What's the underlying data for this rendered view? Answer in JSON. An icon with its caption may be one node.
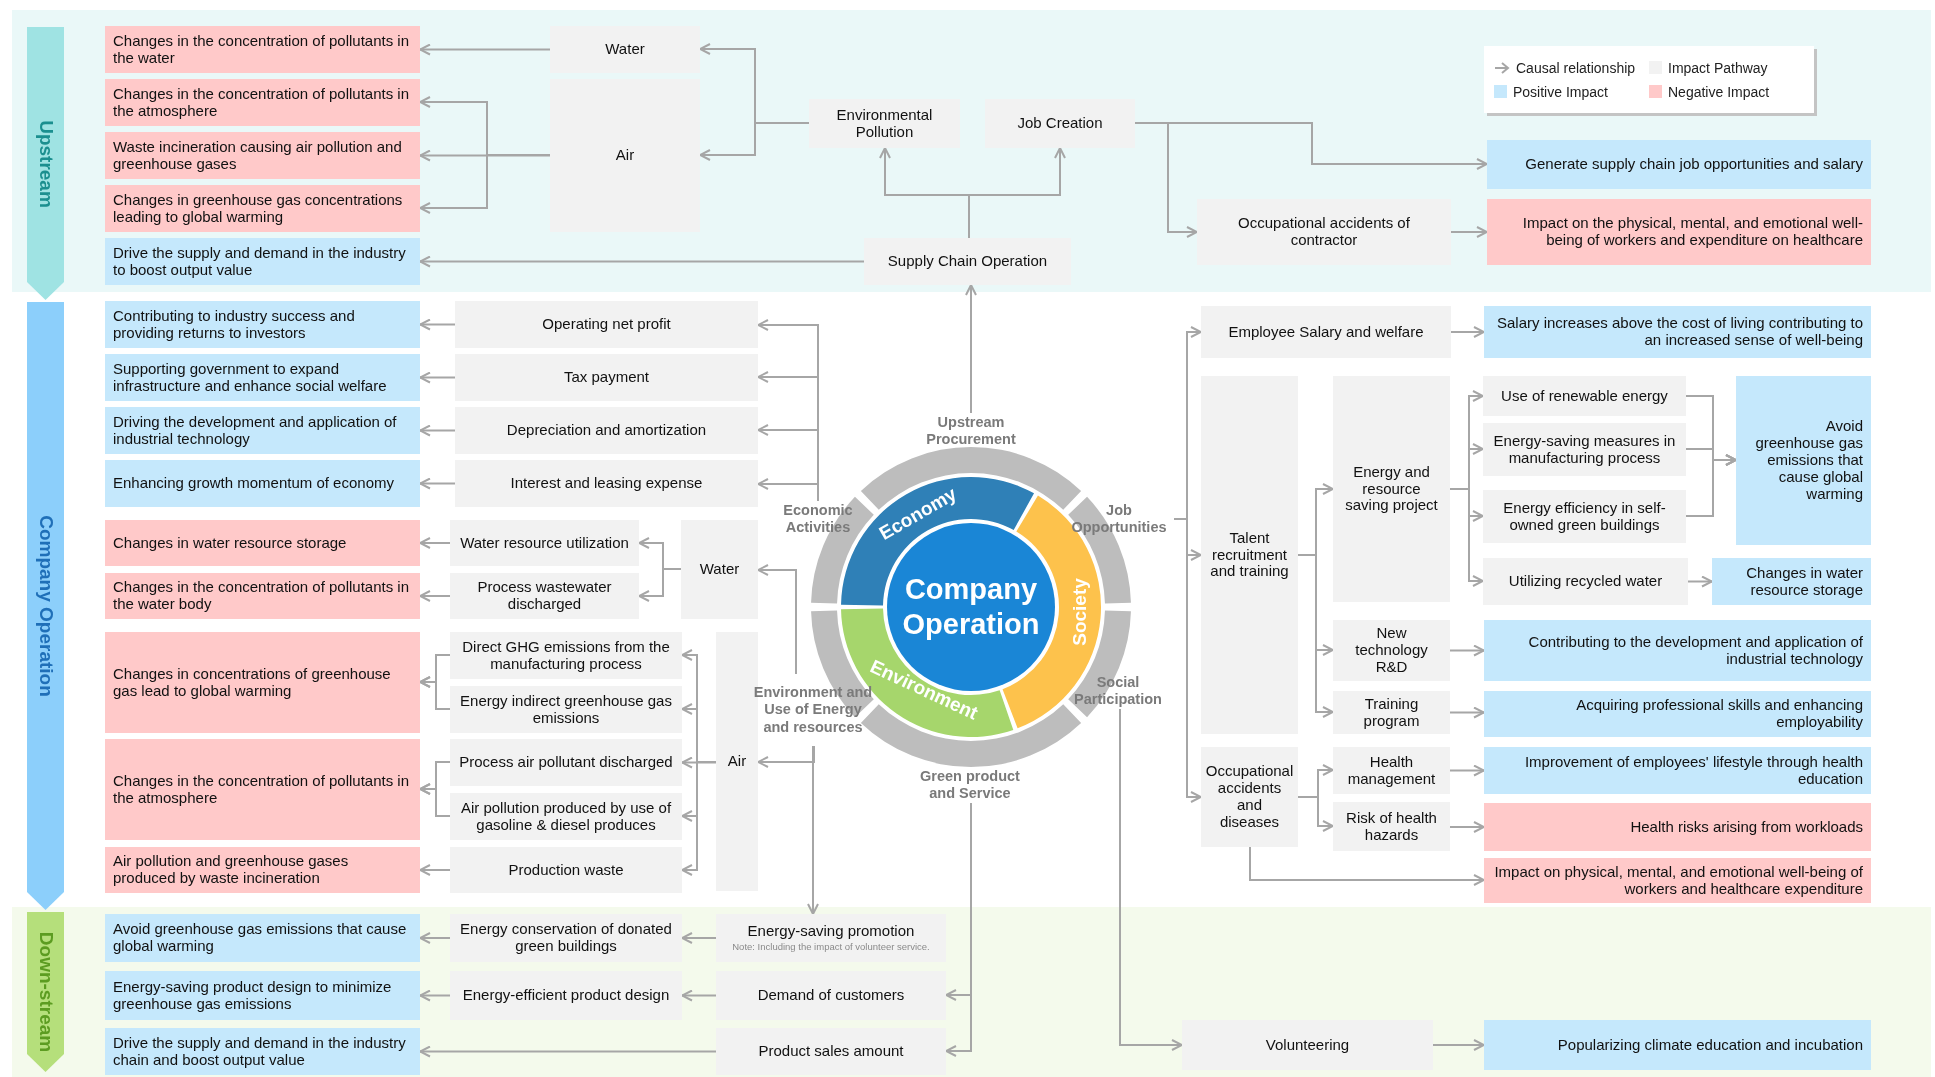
{
  "diagram": {
    "nodes": [
      {
        "text": [
          "Upstream"
        ]
      },
      {
        "text": [
          "Changes in the concentration of pollutants in the water"
        ]
      },
      {
        "text": [
          "Changes in the concentration of pollutants in the atmosphere"
        ]
      },
      {
        "text": [
          "Waste incineration causing air pollution and greenhouse gases"
        ]
      },
      {
        "text": [
          "Changes in greenhouse gas concentrations leading to global warming"
        ]
      },
      {
        "text": [
          "Drive the supply and demand in the industry to boost output value"
        ]
      },
      {
        "text": [
          "Water"
        ]
      },
      {
        "text": [
          "Air"
        ]
      },
      {
        "text": [
          "Environmental Pollution"
        ]
      },
      {
        "text": [
          "Job Creation"
        ]
      },
      {
        "text": [
          "Supply Chain Operation"
        ]
      },
      {
        "text": [
          "Occupational accidents of contractor"
        ]
      },
      {
        "text": [
          "Generate supply chain job opportunities and salary"
        ]
      },
      {
        "text": [
          "Impact on the physical, mental, and emotional well-being of workers and expenditure on healthcare"
        ]
      },
      {
        "text": [
          "Company Operation"
        ]
      },
      {
        "text": [
          "Contributing to industry success and providing returns to investors"
        ]
      },
      {
        "text": [
          "Supporting government to expand infrastructure and enhance social welfare"
        ]
      },
      {
        "text": [
          "Driving the development and application of industrial technology"
        ]
      },
      {
        "text": [
          "Enhancing growth momentum of economy"
        ]
      },
      {
        "text": [
          "Operating net profit"
        ]
      },
      {
        "text": [
          "Tax payment"
        ]
      },
      {
        "text": [
          "Depreciation and amortization"
        ]
      },
      {
        "text": [
          "Interest and leasing expense"
        ]
      },
      {
        "text": [
          "Changes in water resource storage"
        ]
      },
      {
        "text": [
          "Changes in the concentration of pollutants in the water body"
        ]
      },
      {
        "text": [
          "Changes in concentrations of greenhouse gas lead to global warming"
        ]
      },
      {
        "text": [
          "Changes in the concentration of pollutants in the atmosphere"
        ]
      },
      {
        "text": [
          "Air pollution and greenhouse gases produced by waste incineration"
        ]
      },
      {
        "text": [
          "Water resource utilization"
        ]
      },
      {
        "text": [
          "Process wastewater discharged"
        ]
      },
      {
        "text": [
          "Water"
        ]
      },
      {
        "text": [
          "Direct GHG emissions from the manufacturing process"
        ]
      },
      {
        "text": [
          "Energy indirect greenhouse gas emissions"
        ]
      },
      {
        "text": [
          "Process air pollutant discharged"
        ]
      },
      {
        "text": [
          "Air pollution produced by use of gasoline & diesel produces"
        ]
      },
      {
        "text": [
          "Production waste"
        ]
      },
      {
        "text": [
          "Air"
        ]
      },
      {
        "text": [
          "Upstream Procurement"
        ]
      },
      {
        "text": [
          "Economic Activities"
        ]
      },
      {
        "text": [
          "Job Opportunities"
        ]
      },
      {
        "text": [
          "Environment and Use of Energy and resources"
        ]
      },
      {
        "text": [
          "Social Participation"
        ]
      },
      {
        "text": [
          "Green product and Service"
        ]
      },
      {
        "text": [
          "Company Operation"
        ]
      },
      {
        "text": [
          "Employee Salary and welfare"
        ]
      },
      {
        "text": [
          "Salary increases above the cost of living contributing to an increased sense of well-being"
        ]
      },
      {
        "text": [
          "Talent recruitment and training"
        ]
      },
      {
        "text": [
          "Energy and resource saving project"
        ]
      },
      {
        "text": [
          "Use of renewable energy"
        ]
      },
      {
        "text": [
          "Energy-saving measures in manufacturing process"
        ]
      },
      {
        "text": [
          "Energy efficiency in self-owned green buildings"
        ]
      },
      {
        "text": [
          "Avoid greenhouse gas emissions that cause global warming"
        ]
      },
      {
        "text": [
          "Utilizing recycled water"
        ]
      },
      {
        "text": [
          "Changes in water resource storage"
        ]
      },
      {
        "text": [
          "New technology R&D"
        ]
      },
      {
        "text": [
          "Contributing to the development and application of industrial technology"
        ]
      },
      {
        "text": [
          "Training program"
        ]
      },
      {
        "text": [
          "Acquiring professional skills and enhancing employability"
        ]
      },
      {
        "text": [
          "Occupational accidents and diseases"
        ]
      },
      {
        "text": [
          "Health management"
        ]
      },
      {
        "text": [
          "Risk of health hazards"
        ]
      },
      {
        "text": [
          "Improvement of employees' lifestyle through health education"
        ]
      },
      {
        "text": [
          "Health risks arising from workloads"
        ]
      },
      {
        "text": [
          "Impact on physical, mental, and emotional well-being of workers and healthcare expenditure"
        ]
      },
      {
        "text": [
          "Down-stream"
        ]
      },
      {
        "text": [
          "Avoid greenhouse gas emissions that cause global warming"
        ]
      },
      {
        "text": [
          "Energy-saving product design to minimize greenhouse gas emissions"
        ]
      },
      {
        "text": [
          "Drive the supply and demand in the industry chain and boost output value"
        ]
      },
      {
        "text": [
          "Energy conservation of donated green buildings"
        ]
      },
      {
        "text": [
          "Energy-efficient product design"
        ]
      },
      {
        "text": [
          "Energy-saving promotion",
          "Note: Including the impact of volunteer service."
        ]
      },
      {
        "text": [
          "Demand of customers"
        ]
      },
      {
        "text": [
          "Product sales amount"
        ]
      },
      {
        "text": [
          "Volunteering"
        ]
      },
      {
        "text": [
          "Popularizing climate education and incubation"
        ]
      }
    ],
    "edges": [
      {
        "from": 6,
        "to": 1,
        "arrow": "to"
      },
      {
        "from": 7,
        "to": 2,
        "arrow": "to"
      },
      {
        "from": 7,
        "to": 3,
        "arrow": "to"
      },
      {
        "from": 7,
        "to": 4,
        "arrow": "to"
      },
      {
        "from": 8,
        "to": 6,
        "arrow": "to"
      },
      {
        "from": 8,
        "to": 7,
        "arrow": "to"
      },
      {
        "from": 10,
        "to": 8,
        "arrow": "to"
      },
      {
        "from": 10,
        "to": 9,
        "arrow": "to"
      },
      {
        "from": 10,
        "to": 5,
        "arrow": "to"
      },
      {
        "from": 9,
        "to": 12,
        "arrow": "to"
      },
      {
        "from": 9,
        "to": 11,
        "arrow": "to"
      },
      {
        "from": 11,
        "to": 13,
        "arrow": "to"
      },
      {
        "from": 37,
        "to": 10,
        "arrow": "to"
      },
      {
        "from": 38,
        "to": 19,
        "arrow": "to"
      },
      {
        "from": 38,
        "to": 20,
        "arrow": "to"
      },
      {
        "from": 38,
        "to": 21,
        "arrow": "to"
      },
      {
        "from": 38,
        "to": 22,
        "arrow": "to"
      },
      {
        "from": 19,
        "to": 15,
        "arrow": "to"
      },
      {
        "from": 20,
        "to": 16,
        "arrow": "to"
      },
      {
        "from": 21,
        "to": 17,
        "arrow": "to"
      },
      {
        "from": 22,
        "to": 18,
        "arrow": "to"
      },
      {
        "from": 40,
        "to": 30,
        "arrow": "to"
      },
      {
        "from": 40,
        "to": 36,
        "arrow": "to"
      },
      {
        "from": 40,
        "to": 70,
        "arrow": "to"
      },
      {
        "from": 30,
        "to": 28,
        "arrow": "to"
      },
      {
        "from": 30,
        "to": 29,
        "arrow": "to"
      },
      {
        "from": 28,
        "to": 23,
        "arrow": "to"
      },
      {
        "from": 29,
        "to": 24,
        "arrow": "to"
      },
      {
        "from": 36,
        "to": 31,
        "arrow": "to"
      },
      {
        "from": 36,
        "to": 32,
        "arrow": "to"
      },
      {
        "from": 36,
        "to": 33,
        "arrow": "to"
      },
      {
        "from": 36,
        "to": 34,
        "arrow": "to"
      },
      {
        "from": 36,
        "to": 35,
        "arrow": "to"
      },
      {
        "from": 31,
        "to": 25,
        "arrow": "to"
      },
      {
        "from": 32,
        "to": 25,
        "arrow": "to"
      },
      {
        "from": 33,
        "to": 26,
        "arrow": "to"
      },
      {
        "from": 34,
        "to": 26,
        "arrow": "to"
      },
      {
        "from": 35,
        "to": 27,
        "arrow": "to"
      },
      {
        "from": 39,
        "to": 44,
        "arrow": "to"
      },
      {
        "from": 39,
        "to": 46,
        "arrow": "to"
      },
      {
        "from": 39,
        "to": 58,
        "arrow": "to"
      },
      {
        "from": 41,
        "to": 73,
        "arrow": "to"
      },
      {
        "from": 44,
        "to": 45,
        "arrow": "to"
      },
      {
        "from": 46,
        "to": 47,
        "arrow": "to"
      },
      {
        "from": 46,
        "to": 54,
        "arrow": "to"
      },
      {
        "from": 46,
        "to": 56,
        "arrow": "to"
      },
      {
        "from": 47,
        "to": 48,
        "arrow": "to"
      },
      {
        "from": 47,
        "to": 49,
        "arrow": "to"
      },
      {
        "from": 47,
        "to": 50,
        "arrow": "to"
      },
      {
        "from": 47,
        "to": 52,
        "arrow": "to"
      },
      {
        "from": 48,
        "to": 51,
        "arrow": "to"
      },
      {
        "from": 49,
        "to": 51,
        "arrow": "to"
      },
      {
        "from": 50,
        "to": 51,
        "arrow": "to"
      },
      {
        "from": 52,
        "to": 53,
        "arrow": "to"
      },
      {
        "from": 54,
        "to": 55,
        "arrow": "to"
      },
      {
        "from": 56,
        "to": 57,
        "arrow": "to"
      },
      {
        "from": 58,
        "to": 59,
        "arrow": "to"
      },
      {
        "from": 58,
        "to": 60,
        "arrow": "to"
      },
      {
        "from": 59,
        "to": 61,
        "arrow": "to"
      },
      {
        "from": 60,
        "to": 62,
        "arrow": "to"
      },
      {
        "from": 58,
        "to": 63,
        "arrow": "to"
      },
      {
        "from": 70,
        "to": 68,
        "arrow": "to"
      },
      {
        "from": 68,
        "to": 65,
        "arrow": "to"
      },
      {
        "from": 71,
        "to": 69,
        "arrow": "to"
      },
      {
        "from": 69,
        "to": 66,
        "arrow": "to"
      },
      {
        "from": 72,
        "to": 67,
        "arrow": "to"
      },
      {
        "from": 42,
        "to": 71,
        "arrow": "to"
      },
      {
        "from": 42,
        "to": 72,
        "arrow": "to"
      },
      {
        "from": 73,
        "to": 74,
        "arrow": "to"
      }
    ],
    "labels": [
      "Economy",
      "Society",
      "Environment"
    ],
    "legend": [
      {
        "text": "Causal relationship"
      },
      {
        "text": "Impact Pathway",
        "color": "#f2f2f2"
      },
      {
        "text": "Positive Impact",
        "color": "#c5e8fc"
      },
      {
        "text": "Negative Impact",
        "color": "#ffc9c9"
      }
    ]
  }
}
